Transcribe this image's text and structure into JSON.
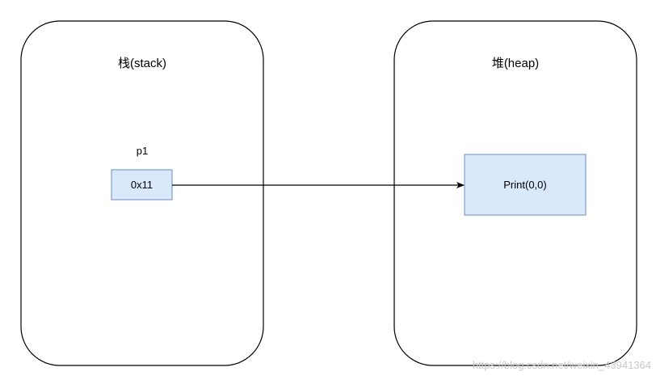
{
  "stack": {
    "title": "栈(stack)",
    "variable_label": "p1",
    "variable_value": "0x11"
  },
  "heap": {
    "title": "堆(heap)",
    "object_label": "Print(0,0)"
  },
  "watermark": "https://blog.csdn.net/weixin_43941364",
  "colors": {
    "box_fill": "#dae8fc",
    "box_stroke": "#6c8ebf",
    "container_stroke": "#000000",
    "arrow": "#000000"
  }
}
